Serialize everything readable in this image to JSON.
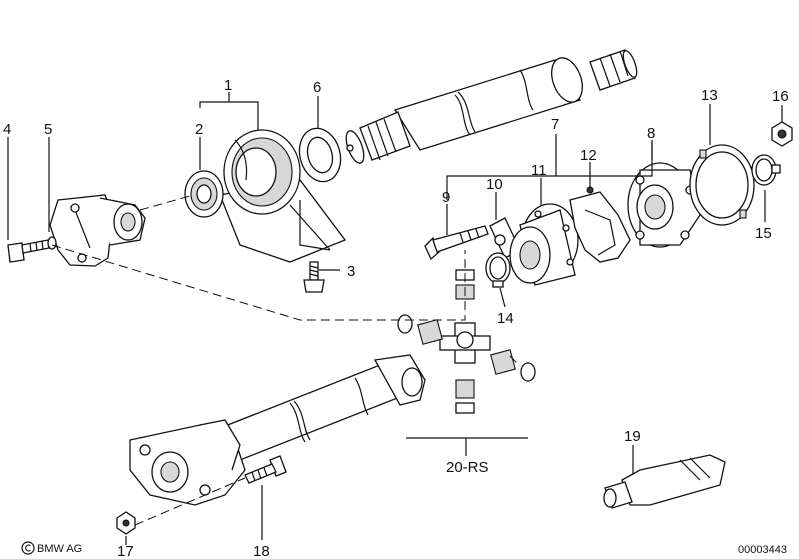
{
  "callouts": {
    "n1": "1",
    "n2": "2",
    "n3": "3",
    "n4": "4",
    "n5": "5",
    "n6": "6",
    "n7": "7",
    "n8": "8",
    "n9": "9",
    "n10": "10",
    "n11": "11",
    "n12": "12",
    "n13": "13",
    "n14": "14",
    "n15": "15",
    "n16": "16",
    "n17": "17",
    "n18": "18",
    "n19": "19",
    "n20": "20-RS"
  },
  "footer": {
    "brand": "BMW AG",
    "drawing_number": "00003443"
  }
}
